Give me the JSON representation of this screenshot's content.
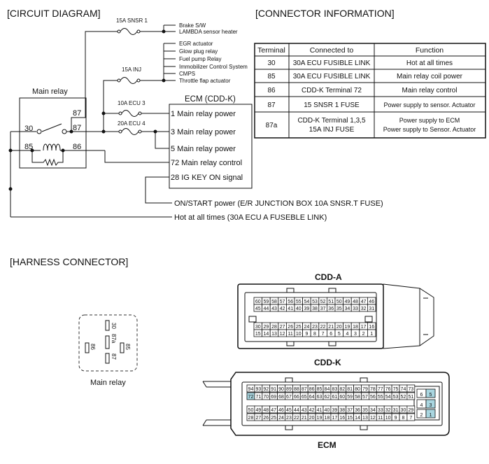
{
  "sections": {
    "circuit": "[CIRCUIT DIAGRAM]",
    "connector_info": "[CONNECTOR INFORMATION]",
    "harness": "[HARNESS CONNECTOR]"
  },
  "circuit": {
    "fuses": {
      "snsr1": "15A SNSR 1",
      "inj": "15A INJ",
      "ecu3": "10A ECU 3",
      "ecu4": "20A ECU 4"
    },
    "snsr1_loads": [
      "Brake S/W",
      "LAMBDA sensor heater"
    ],
    "inj_loads": [
      "EGR actuator",
      "Glow plug relay",
      "Fuel pump Relay",
      "Immobilizer Control System",
      "CMPS",
      "Throttle flap actuator"
    ],
    "relay": {
      "title": "Main relay",
      "pin30": "30",
      "pin85": "85",
      "pin86": "86",
      "pin87a": "87",
      "pin87b": "87"
    },
    "ecm": {
      "title": "ECM (CDD-K)",
      "pins": [
        "1 Main relay power",
        "3 Main relay power",
        "5 Main relay power",
        "72 Main relay control",
        "28 IG KEY ON signal"
      ]
    },
    "on_start": "ON/START power (E/R JUNCTION BOX 10A SNSR.T FUSE)",
    "hot": "Hot at all times (30A ECU A FUSEBLE LINK)"
  },
  "table": {
    "headers": [
      "Terminal",
      "Connected to",
      "Function"
    ],
    "rows": [
      {
        "terminal": "30",
        "connected": [
          "30A ECU FUSIBLE LINK"
        ],
        "function": [
          "Hot at all times"
        ]
      },
      {
        "terminal": "85",
        "connected": [
          "30A ECU FUSIBLE LINK"
        ],
        "function": [
          "Main relay coil power"
        ]
      },
      {
        "terminal": "86",
        "connected": [
          "CDD-K  Terminal 72"
        ],
        "function": [
          "Main relay control"
        ]
      },
      {
        "terminal": "87",
        "connected": [
          "15 SNSR 1 FUSE"
        ],
        "function": [
          "Power supply to sensor. Actuator"
        ]
      },
      {
        "terminal": "87a",
        "connected": [
          "CDD-K  Terminal 1,3,5",
          "15A INJ FUSE"
        ],
        "function": [
          "Power supply to ECM",
          "Power supply to Sensor. Actuator"
        ]
      }
    ]
  },
  "harness": {
    "relay_caption": "Main relay",
    "relay_pins": {
      "p30": "30",
      "p87a": "87a",
      "p86": "86",
      "p85": "85",
      "p87": "87"
    },
    "cdda_title": "CDD-A",
    "cdda_rows": [
      [
        "60",
        "59",
        "58",
        "57",
        "56",
        "55",
        "54",
        "53",
        "52",
        "51",
        "50",
        "49",
        "48",
        "47",
        "46"
      ],
      [
        "45",
        "44",
        "43",
        "42",
        "41",
        "40",
        "39",
        "38",
        "37",
        "36",
        "35",
        "34",
        "33",
        "32",
        "31"
      ],
      [
        "30",
        "29",
        "28",
        "27",
        "26",
        "25",
        "24",
        "23",
        "22",
        "21",
        "20",
        "19",
        "18",
        "17",
        "16"
      ],
      [
        "15",
        "14",
        "13",
        "12",
        "11",
        "10",
        "9",
        "8",
        "7",
        "6",
        "5",
        "4",
        "3",
        "2",
        "1"
      ]
    ],
    "cddk_title": "CDD-K",
    "cddk_rows": [
      [
        "94",
        "93",
        "92",
        "91",
        "90",
        "89",
        "88",
        "87",
        "86",
        "85",
        "84",
        "83",
        "82",
        "81",
        "80",
        "79",
        "78",
        "77",
        "76",
        "75",
        "74",
        "73"
      ],
      [
        "72",
        "71",
        "70",
        "69",
        "68",
        "67",
        "66",
        "65",
        "64",
        "63",
        "62",
        "61",
        "60",
        "59",
        "58",
        "57",
        "56",
        "55",
        "54",
        "53",
        "52",
        "51"
      ],
      [
        "50",
        "49",
        "48",
        "47",
        "46",
        "45",
        "44",
        "43",
        "42",
        "41",
        "40",
        "39",
        "38",
        "37",
        "36",
        "35",
        "34",
        "33",
        "32",
        "31",
        "30",
        "29"
      ],
      [
        "28",
        "27",
        "26",
        "25",
        "24",
        "23",
        "22",
        "21",
        "20",
        "19",
        "18",
        "17",
        "16",
        "15",
        "14",
        "13",
        "12",
        "11",
        "10",
        "9",
        "8",
        "7"
      ]
    ],
    "cddk_side": [
      [
        "6",
        "5"
      ],
      [
        "4",
        "3"
      ],
      [
        "2",
        "1"
      ]
    ],
    "ecm_caption": "ECM",
    "highlight_color": "#a9d6e0"
  }
}
